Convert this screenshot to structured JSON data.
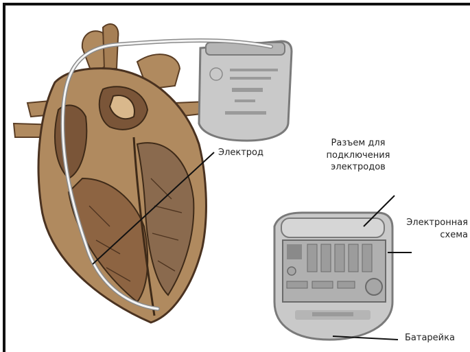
{
  "labels": {
    "electrode": "Электрод",
    "connector_line1": "Разъем для",
    "connector_line2": "подключения",
    "connector_line3": "электродов",
    "circuit_line1": "Электронная",
    "circuit_line2": "схема",
    "battery": "Батарейка"
  },
  "colors": {
    "heart_outer": "#b08a5f",
    "heart_dark": "#6e4e32",
    "heart_light": "#d9b88c",
    "device_fill": "#c9c9c9",
    "device_edge": "#7a7a7a",
    "lead_wire": "#f4f4f4"
  }
}
